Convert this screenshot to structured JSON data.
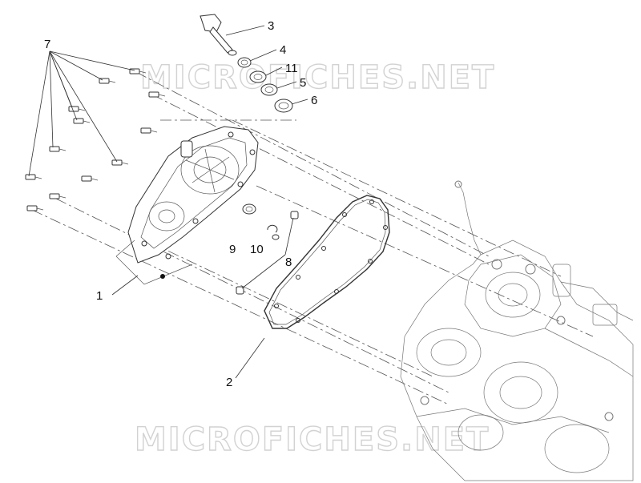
{
  "watermark": {
    "top_text": "MICROFICHES.NET",
    "bottom_text": "MICROFICHES.NET"
  },
  "callouts": {
    "c1": "1",
    "c2": "2",
    "c3": "3",
    "c4": "4",
    "c5": "5",
    "c6": "6",
    "c7": "7",
    "c8": "8",
    "c9": "9",
    "c10": "10",
    "c11": "11"
  },
  "colors": {
    "line": "#333333",
    "watermark": "#d2d2d2",
    "background": "#ffffff"
  }
}
